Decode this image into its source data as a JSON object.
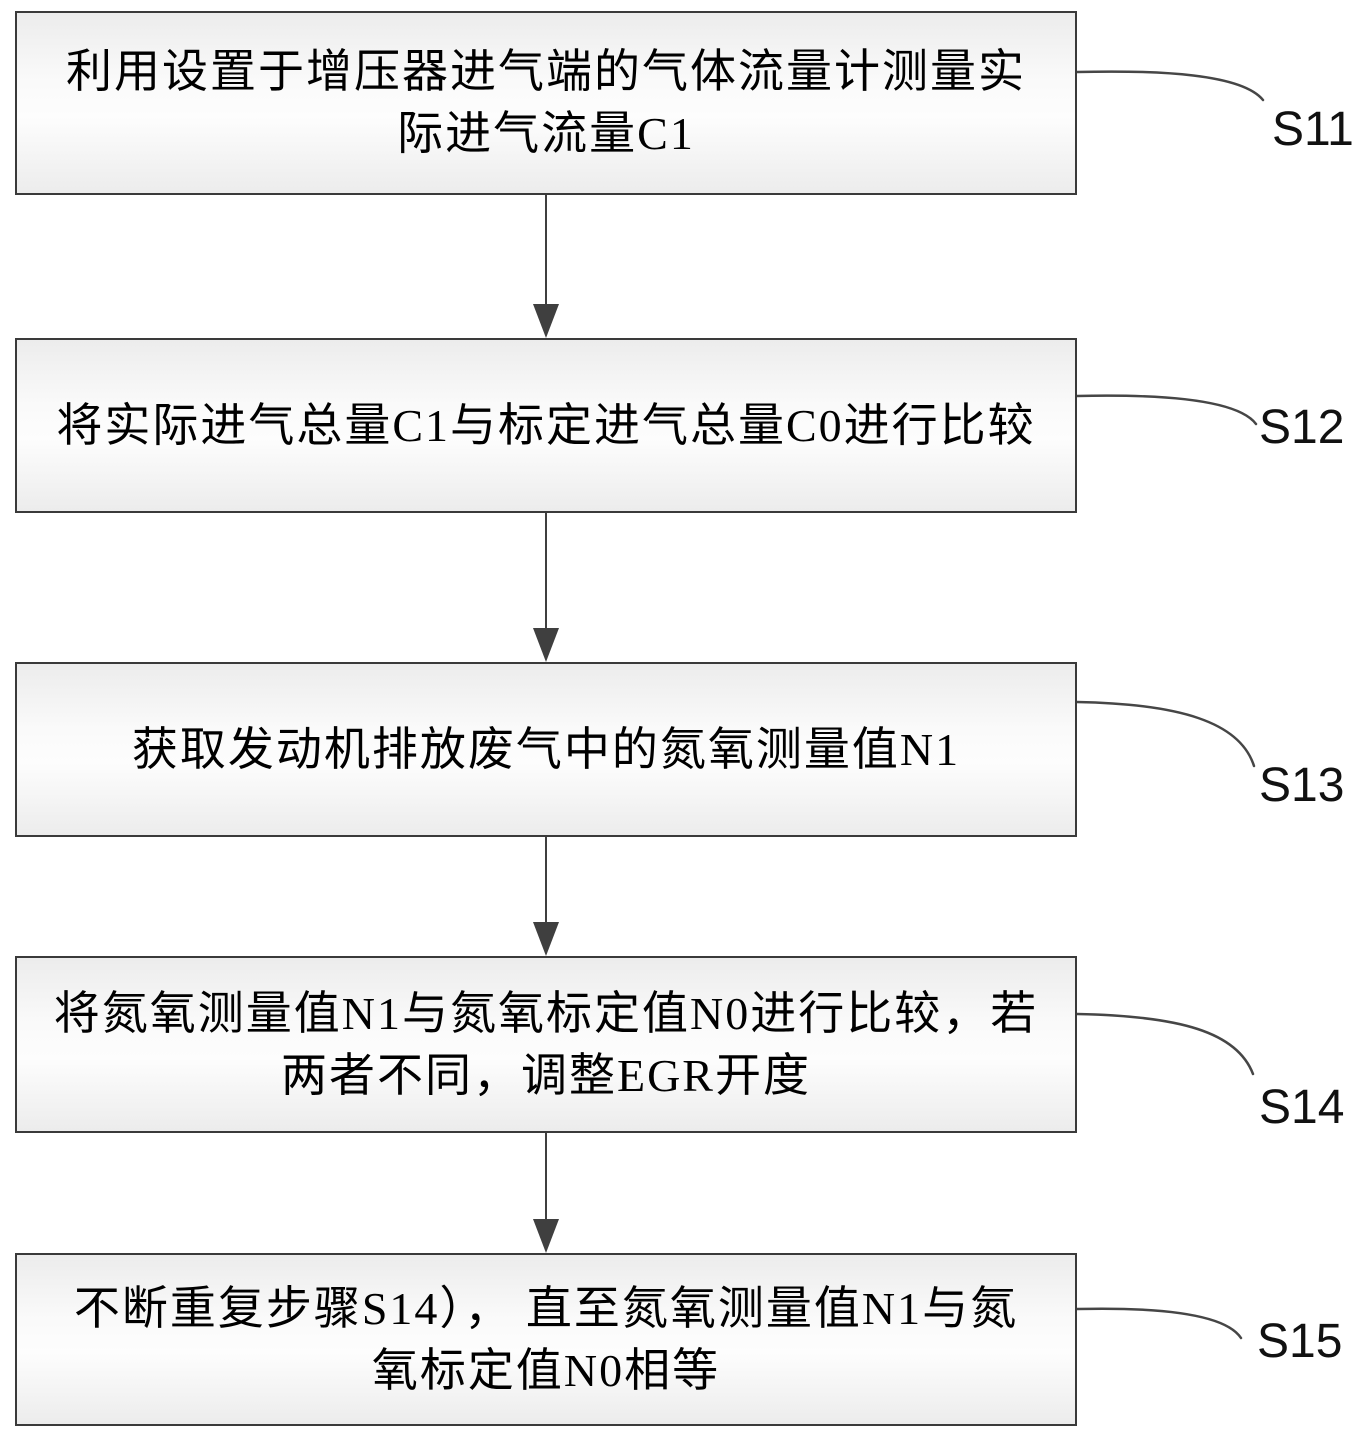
{
  "figure": {
    "type": "flowchart",
    "title": "",
    "colors": {
      "box_border": "#3a3a3a",
      "box_fill_top": "#ececec",
      "box_fill_middle": "#fdfdfd",
      "box_fill_bottom": "#ececec",
      "connector": "#464646",
      "arrow": "#3f3f3f",
      "text": "#000000",
      "background": "#ffffff"
    },
    "steps": [
      {
        "label": "S11",
        "lines": [
          "利用设置于增压器进气端的气体流量计测量实",
          "际进气流量C1"
        ],
        "text": "利用设置于增压器进气端的气体流量计测量实际进气流量C1"
      },
      {
        "label": "S12",
        "lines": [
          "将实际进气总量C1与标定进气总量C0进行比较"
        ],
        "text": "将实际进气总量C1与标定进气总量C0进行比较"
      },
      {
        "label": "S13",
        "lines": [
          "获取发动机排放废气中的氮氧测量值N1"
        ],
        "text": "获取发动机排放废气中的氮氧测量值N1"
      },
      {
        "label": "S14",
        "lines": [
          "将氮氧测量值N1与氮氧标定值N0进行比较，若",
          "两者不同，调整EGR开度"
        ],
        "text": "将氮氧测量值N1与氮氧标定值N0进行比较，若两者不同，调整EGR开度"
      },
      {
        "label": "S15",
        "lines": [
          "不断重复步骤S14）， 直至氮氧测量值N1与氮",
          "氧标定值N0相等"
        ],
        "text": "不断重复步骤S14），直至氮氧测量值N1与氮氧标定值N0相等"
      }
    ]
  }
}
